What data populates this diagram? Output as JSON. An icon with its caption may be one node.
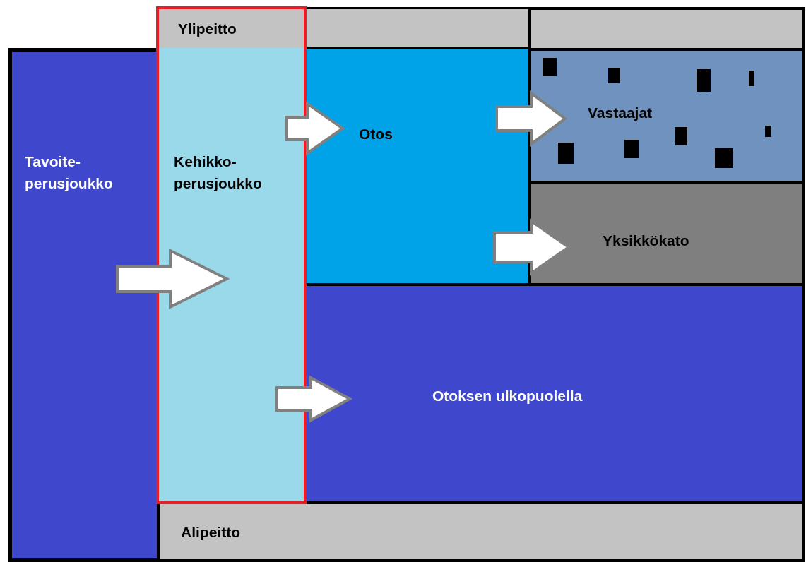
{
  "diagram": {
    "nodes": [
      {
        "text": [
          "Tavoite- perusjoukko"
        ]
      },
      {
        "text": [
          "Kehikko- perusjoukko"
        ]
      },
      {
        "text": [
          "Ylipeitto"
        ],
        "in": 1
      },
      {
        "text": [],
        "shape": "box"
      },
      {
        "text": [],
        "shape": "box"
      },
      {
        "text": [
          "Otos"
        ]
      },
      {
        "text": [
          "Vastaajat"
        ]
      },
      {
        "text": [
          "Yksikkökato"
        ]
      },
      {
        "text": [
          "Otoksen ulkopuolella"
        ]
      },
      {
        "text": [
          "Alipeitto"
        ]
      }
    ],
    "edges": [
      {
        "from": 0,
        "to": 1,
        "arrow": "to"
      },
      {
        "from": 1,
        "to": 5,
        "arrow": "to"
      },
      {
        "from": 1,
        "to": 8,
        "arrow": "to"
      },
      {
        "from": 5,
        "to": 6,
        "arrow": "to"
      },
      {
        "from": 5,
        "to": 7,
        "arrow": "to"
      }
    ]
  }
}
